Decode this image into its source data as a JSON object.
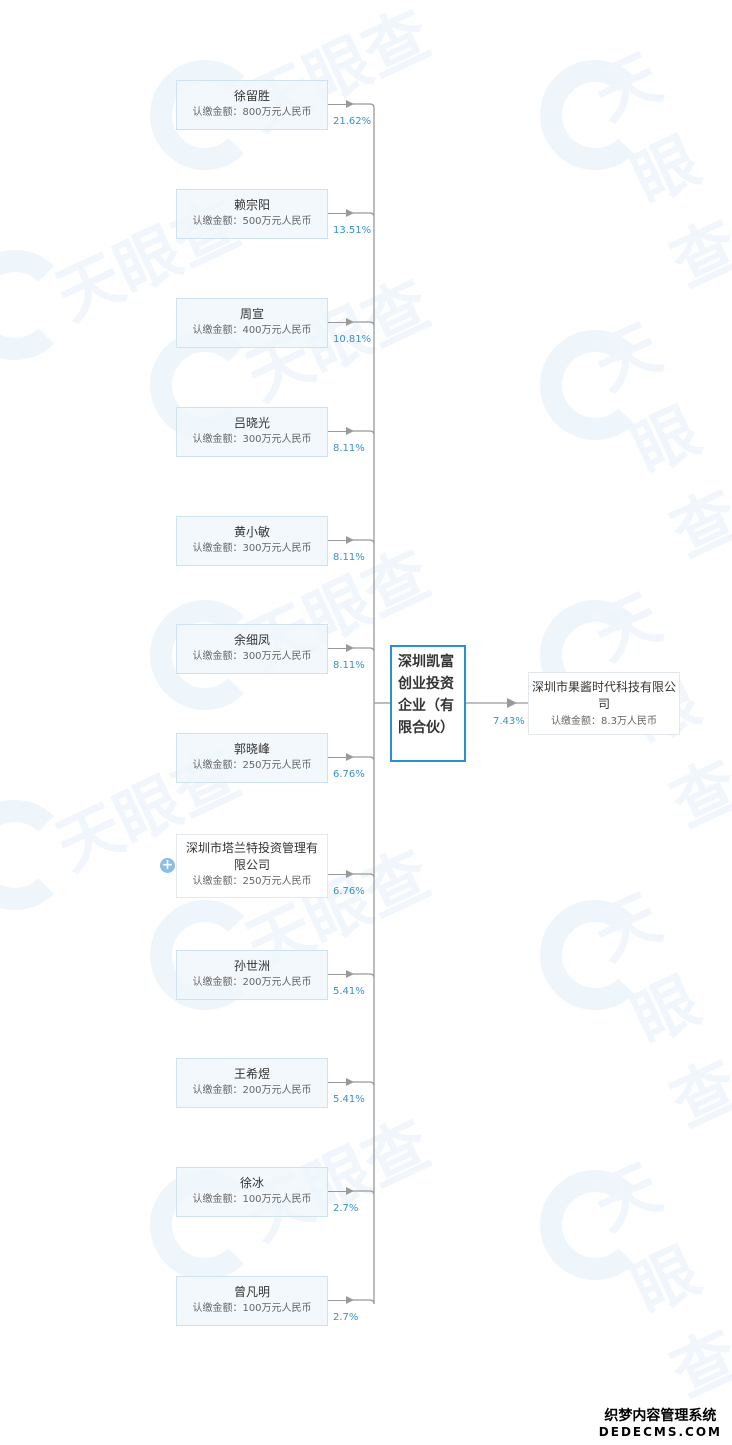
{
  "shareholders": [
    {
      "name": "徐留胜",
      "amount": "认缴金额：800万元人民币",
      "pct": "21.62%"
    },
    {
      "name": "赖宗阳",
      "amount": "认缴金额：500万元人民币",
      "pct": "13.51%"
    },
    {
      "name": "周宣",
      "amount": "认缴金额：400万元人民币",
      "pct": "10.81%"
    },
    {
      "name": "吕晓光",
      "amount": "认缴金额：300万元人民币",
      "pct": "8.11%"
    },
    {
      "name": "黄小敏",
      "amount": "认缴金额：300万元人民币",
      "pct": "8.11%"
    },
    {
      "name": "余细凤",
      "amount": "认缴金额：300万元人民币",
      "pct": "8.11%"
    },
    {
      "name": "郭晓峰",
      "amount": "认缴金额：250万元人民币",
      "pct": "6.76%"
    },
    {
      "name": "深圳市塔兰特投资管理有限公司",
      "amount": "认缴金额：250万元人民币",
      "pct": "6.76%"
    },
    {
      "name": "孙世洲",
      "amount": "认缴金额：200万元人民币",
      "pct": "5.41%"
    },
    {
      "name": "王希煜",
      "amount": "认缴金额：200万元人民币",
      "pct": "5.41%"
    },
    {
      "name": "徐冰",
      "amount": "认缴金额：100万元人民币",
      "pct": "2.7%"
    },
    {
      "name": "曾凡明",
      "amount": "认缴金额：100万元人民币",
      "pct": "2.7%"
    }
  ],
  "center": {
    "name": "深圳凯富创业投资企业（有限合伙）"
  },
  "investment": {
    "name": "深圳市果酱时代科技有限公司",
    "amount": "认缴金额：8.3万人民币",
    "pct": "7.43%"
  },
  "watermark": "天眼查",
  "logo": {
    "line1": "织梦内容管理系统",
    "line2": "DEDECMS.COM"
  },
  "colors": {
    "accent": "#2b8fcf",
    "percent": "#3a8fc7",
    "line": "#999999"
  }
}
